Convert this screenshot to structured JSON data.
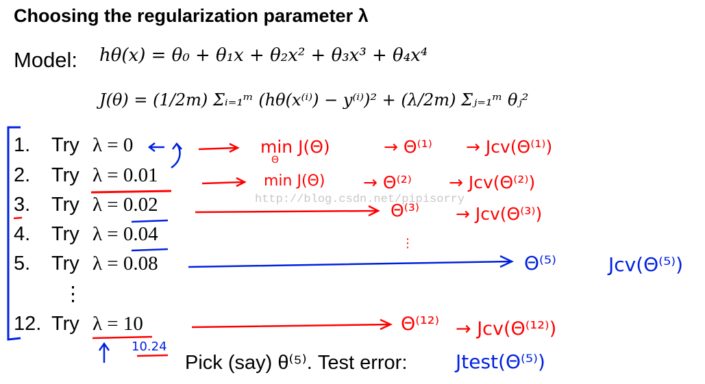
{
  "title": "Choosing the regularization parameter λ",
  "model_label": "Model:",
  "hypothesis": "hθ(x) = θ₀ + θ₁x + θ₂x² + θ₃x³ + θ₄x⁴",
  "cost": "J(θ) = (1/2m) Σᵢ₌₁ᵐ (hθ(x⁽ⁱ⁾) − y⁽ⁱ⁾)² + (λ/2m) Σⱼ₌₁ᵐ θⱼ²",
  "items": [
    {
      "num": "1.",
      "try": "Try",
      "lambda": "λ = 0"
    },
    {
      "num": "2.",
      "try": "Try",
      "lambda": "λ = 0.01"
    },
    {
      "num": "3.",
      "try": "Try",
      "lambda": "λ = 0.02"
    },
    {
      "num": "4.",
      "try": "Try",
      "lambda": "λ = 0.04"
    },
    {
      "num": "5.",
      "try": "Try",
      "lambda": "λ = 0.08"
    },
    {
      "num": "12.",
      "try": "Try",
      "lambda": "λ = 10"
    }
  ],
  "ellipsis": "⋮",
  "pick": "Pick (say) θ⁽⁵⁾.  Test error:",
  "watermark": "http://blog.csdn.net/pipisorry",
  "annotations": {
    "row1_min": "min J(Θ)",
    "row1_theta": "Θ",
    "row1_theta_sub": "→ Θ⁽¹⁾",
    "row1_jcv": "→ Jcv(Θ⁽¹⁾)",
    "row2_min": "min J(Θ)",
    "row2_theta": "→ Θ⁽²⁾",
    "row2_jcv": "→ Jcv(Θ⁽²⁾)",
    "row3_theta": "Θ⁽³⁾",
    "row3_jcv": "→ Jcv(Θ⁽³⁾)",
    "row4_dots": "⋮",
    "row5_theta": "Θ⁽⁵⁾",
    "row5_jcv": "Jcv(Θ⁽⁵⁾)",
    "row12_theta": "Θ⁽¹²⁾",
    "row12_jcv": "→ Jcv(Θ⁽¹²⁾)",
    "lambda_alt": "10.24",
    "test_error": "Jtest(Θ⁽⁵⁾)"
  },
  "colors": {
    "red": "#ff0000",
    "blue": "#0020e0"
  }
}
